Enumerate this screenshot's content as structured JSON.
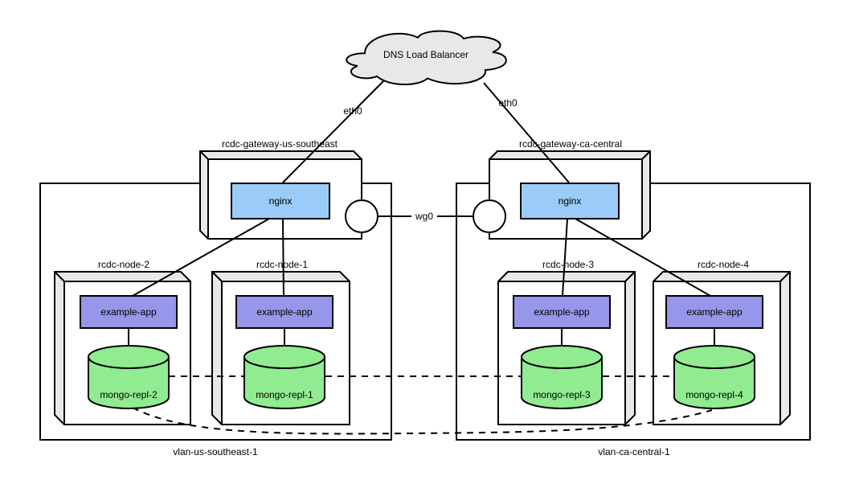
{
  "colors": {
    "nginx_fill": "#9bccf7",
    "app_fill": "#9696eb",
    "db_fill": "#91eb91",
    "cloud_fill": "#e8e8e8",
    "bevel_fill": "#e8e8e8",
    "face_fill": "#ffffff",
    "stroke": "#000000"
  },
  "cloud": {
    "label": "DNS Load Balancer"
  },
  "interfaces": {
    "eth0_us": "eth0",
    "eth0_ca": "eth0",
    "wg0": "wg0"
  },
  "gateways": [
    {
      "label": "rcdc-gateway-us-southeast",
      "service": "nginx"
    },
    {
      "label": "rcdc-gateway-ca-central",
      "service": "nginx"
    }
  ],
  "vlans": [
    {
      "label": "vlan-us-southeast-1"
    },
    {
      "label": "vlan-ca-central-1"
    }
  ],
  "nodes": [
    {
      "label": "rcdc-node-2",
      "app": "example-app",
      "db": "mongo-repl-2"
    },
    {
      "label": "rcdc-node-1",
      "app": "example-app",
      "db": "mongo-repl-1"
    },
    {
      "label": "rcdc-node-3",
      "app": "example-app",
      "db": "mongo-repl-3"
    },
    {
      "label": "rcdc-node-4",
      "app": "example-app",
      "db": "mongo-repl-4"
    }
  ]
}
